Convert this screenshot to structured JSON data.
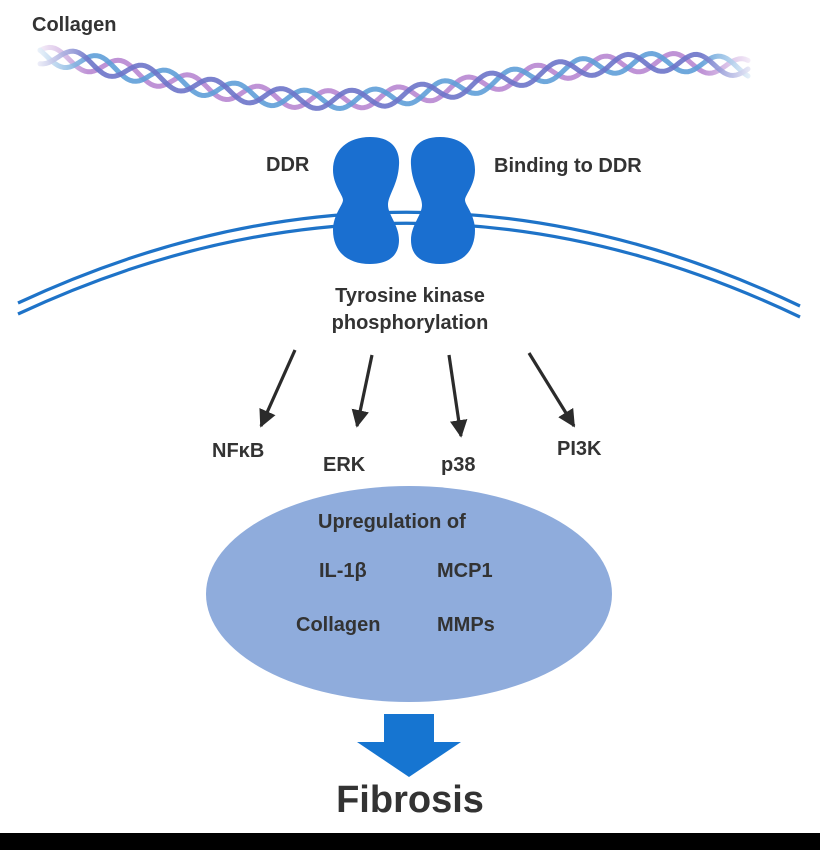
{
  "labels": {
    "collagen_top": "Collagen",
    "ddr": "DDR",
    "binding": "Binding to DDR",
    "tyrosine_line1": "Tyrosine kinase",
    "tyrosine_line2": "phosphorylation",
    "nfkb": "NFκB",
    "erk": "ERK",
    "p38": "p38",
    "pi3k": "PI3K",
    "upregulation": "Upregulation of",
    "il1b": "IL-1β",
    "mcp1": "MCP1",
    "collagen_cell": "Collagen",
    "mmps": "MMPs",
    "fibrosis": "Fibrosis"
  },
  "colors": {
    "membrane": "#1e73c8",
    "receptor": "#1a6fd0",
    "ellipse": "#8facdc",
    "down_arrow": "#1675d1",
    "pathway_arrow": "#2b2b2b",
    "text": "#333333",
    "helix_strand_a": "#6d74c9",
    "helix_strand_b": "#b887d2",
    "helix_strand_c": "#5f9fd8"
  }
}
